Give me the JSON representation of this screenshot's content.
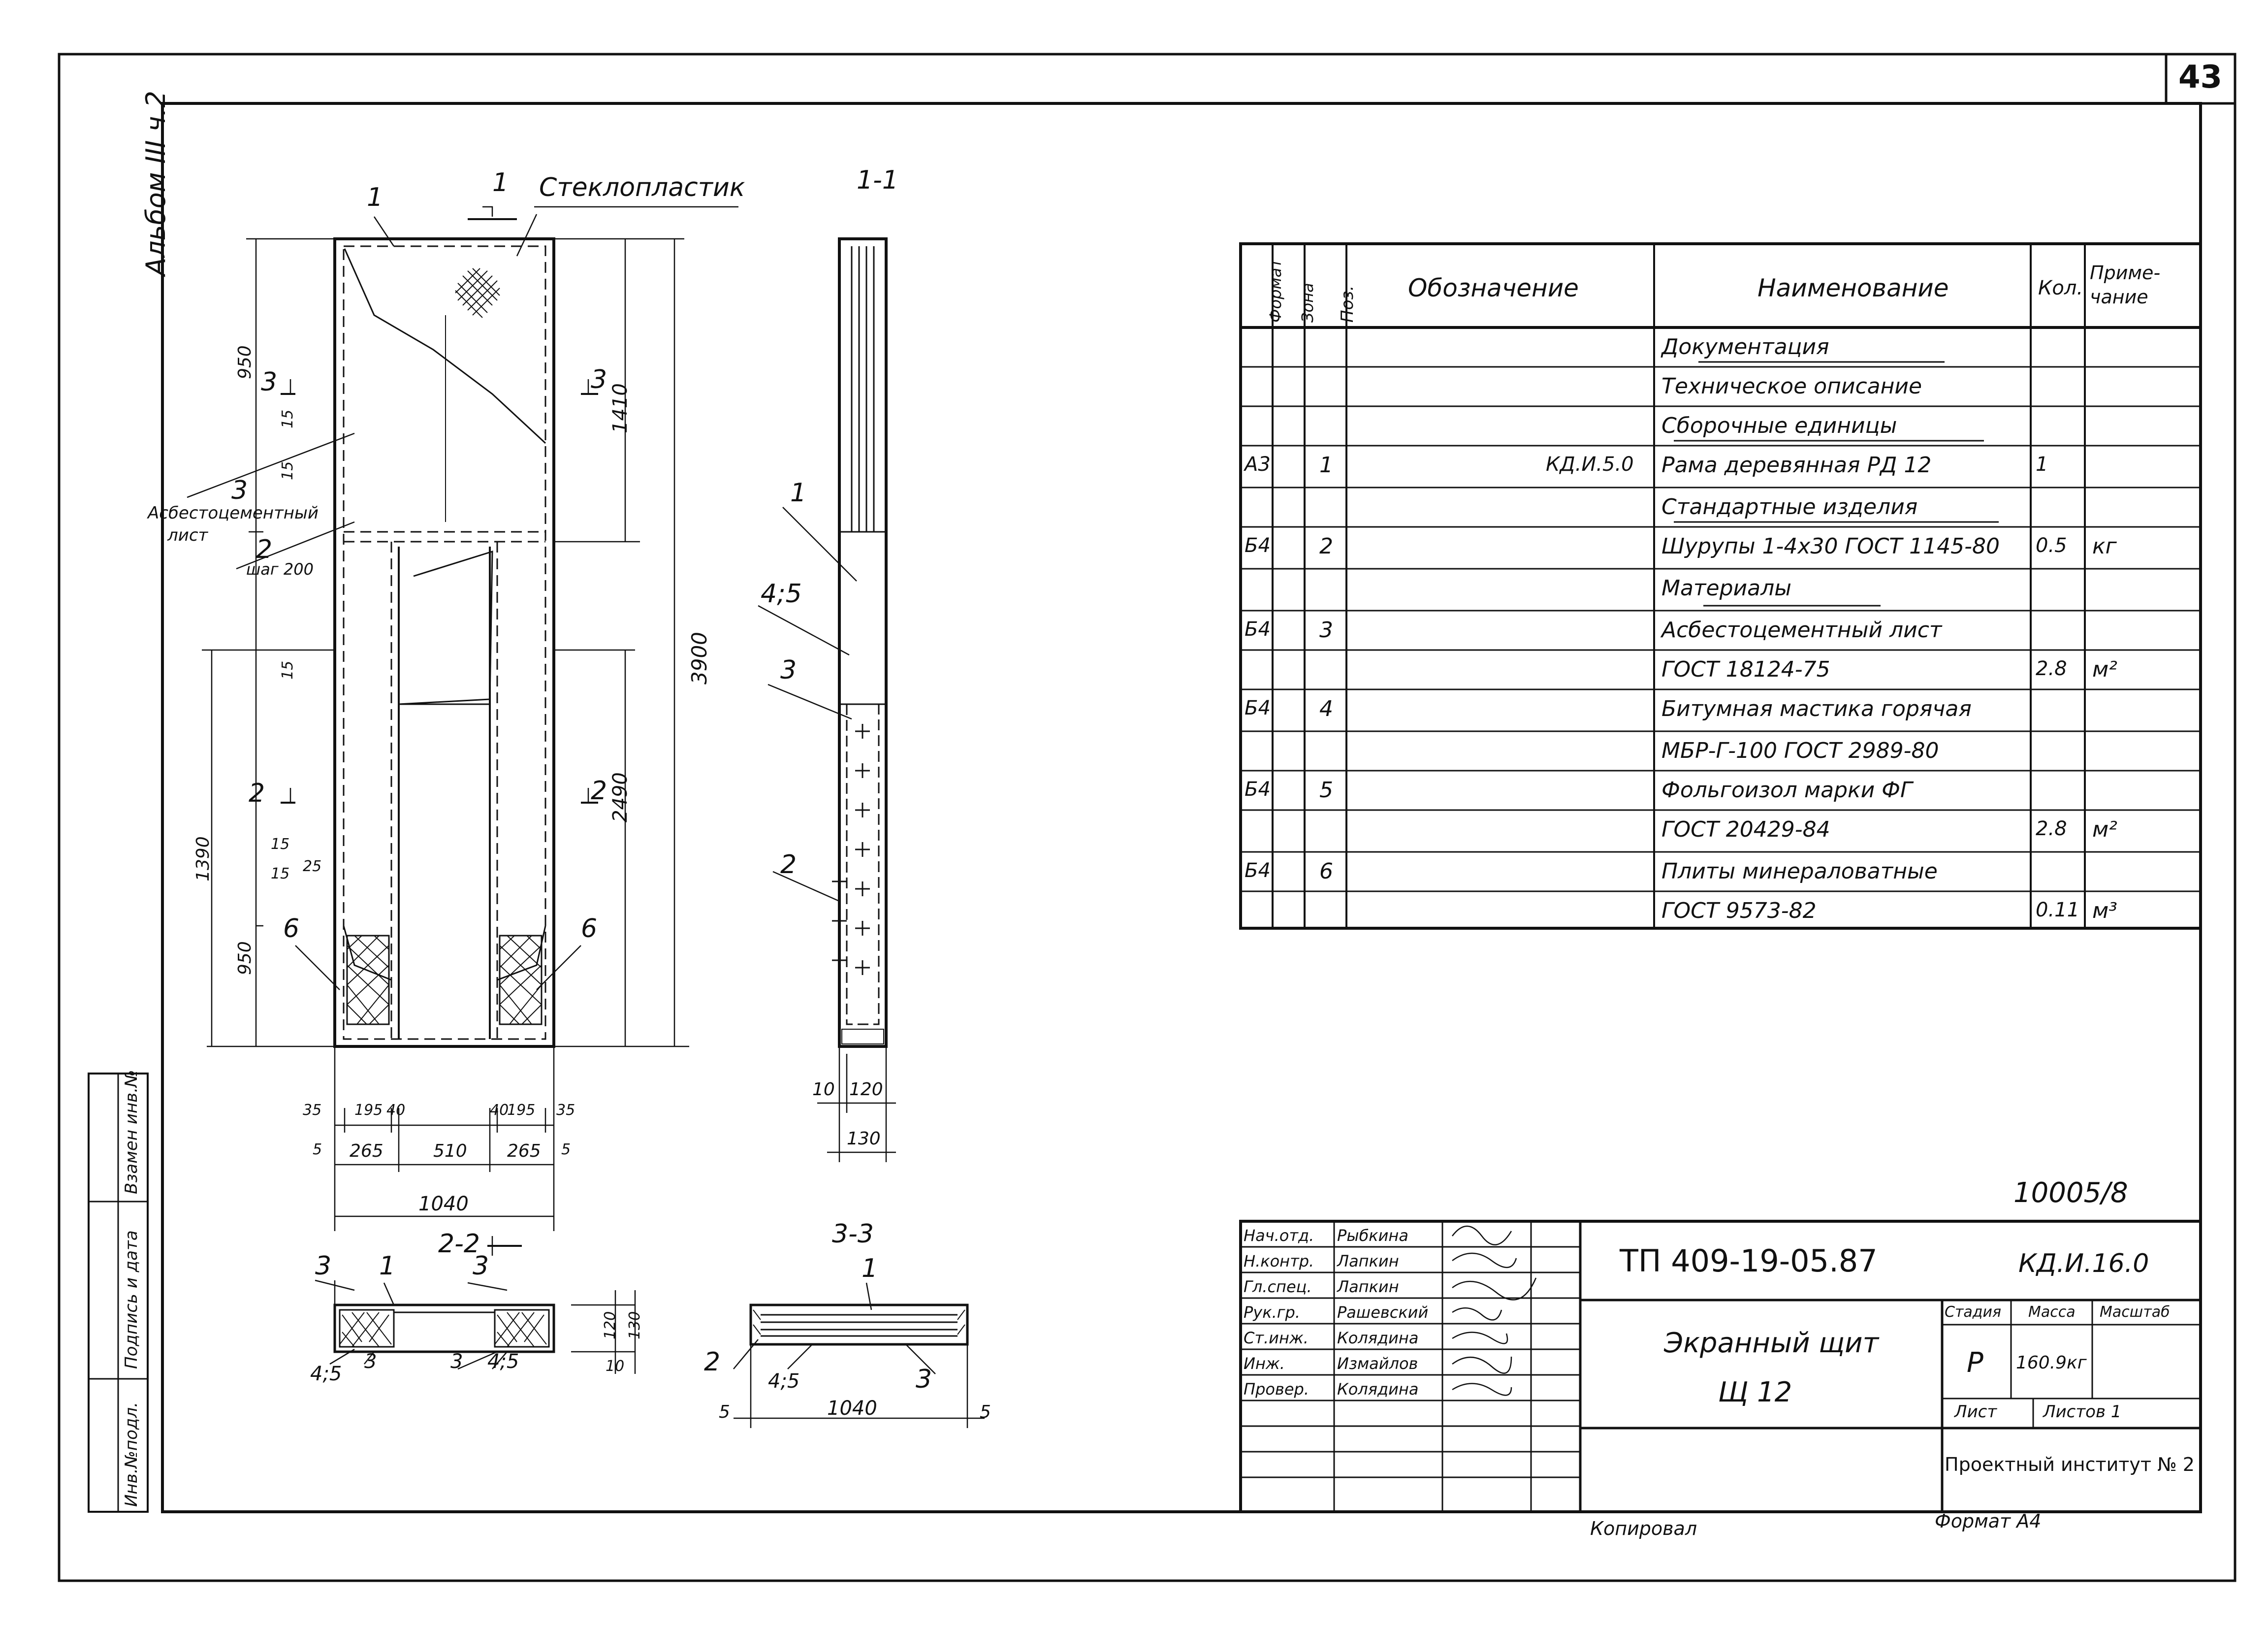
{
  "sheet": {
    "page_number": "43",
    "album_label": "Альбом III ч.2",
    "doc_number": "10005/8",
    "copied_label": "Копировал",
    "format_label": "Формат А4"
  },
  "drawing": {
    "material_callout": "Стеклопластик",
    "section_mark_1": "1",
    "section_title_11": "1-1",
    "section_title_22": "2-2",
    "section_title_33": "3-3",
    "asbestos_label_1": "Асбестоцементный",
    "asbestos_label_2": "лист",
    "pos3_label": "3",
    "pos2_label": "2",
    "step_label": "шаг 200",
    "pos1_top": "1",
    "pos6_left": "6",
    "pos6_right": "6",
    "cut_3_left": "3",
    "cut_3_right": "3",
    "cut_2_left": "2",
    "cut_2_right": "2",
    "sec11_pos1": "1",
    "sec11_pos45": "4;5",
    "sec11_pos3": "3",
    "sec11_pos2": "2",
    "sec22_pos3a": "3",
    "sec22_pos1": "1",
    "sec22_pos3b": "3",
    "sec22_pos45a": "4;5",
    "sec22_pos3c": "3",
    "sec22_pos3d": "3",
    "sec22_pos45b": "4;5",
    "sec33_pos1": "1",
    "sec33_pos2": "2",
    "sec33_pos45": "4;5",
    "sec33_pos3": "3"
  },
  "dims": {
    "d950_top": "950",
    "d15a": "15",
    "d15b": "15",
    "d15c": "15",
    "d1410": "1410",
    "d3900": "3900",
    "d2490": "2490",
    "d1390": "1390",
    "d15d": "15",
    "d15e": "15",
    "d25": "25",
    "d950_bot": "950",
    "b35a": "35",
    "b195a": "195",
    "b40a": "40",
    "b40b": "40",
    "b195b": "195",
    "b35b": "35",
    "b5a": "5",
    "b265a": "265",
    "b510": "510",
    "b265b": "265",
    "b5b": "5",
    "b1040": "1040",
    "s10": "10",
    "s120": "120",
    "s130": "130",
    "s22_10": "10",
    "s22_120": "120",
    "s22_130": "130",
    "s33_5a": "5",
    "s33_1040": "1040",
    "s33_5b": "5"
  },
  "spec_table": {
    "headers": {
      "format": "Формат",
      "zone": "Зона",
      "pos": "Поз.",
      "designation": "Обозначение",
      "name": "Наименование",
      "qty": "Кол.",
      "note": "Приме- чание"
    },
    "rows": [
      {
        "format": "",
        "pos": "",
        "designation": "",
        "name": "Документация",
        "qty": "",
        "note": ""
      },
      {
        "format": "",
        "pos": "",
        "designation": "",
        "name": "Техническое описание",
        "qty": "",
        "note": ""
      },
      {
        "format": "",
        "pos": "",
        "designation": "",
        "name": "Сборочные единицы",
        "qty": "",
        "note": ""
      },
      {
        "format": "А3",
        "pos": "1",
        "designation": "КД.И.5.0",
        "name": "Рама деревянная РД 12",
        "qty": "1",
        "note": ""
      },
      {
        "format": "",
        "pos": "",
        "designation": "",
        "name": "Стандартные изделия",
        "qty": "",
        "note": ""
      },
      {
        "format": "Б4",
        "pos": "2",
        "designation": "",
        "name": "Шурупы 1-4х30 ГОСТ 1145-80",
        "qty": "0.5",
        "note": "кг"
      },
      {
        "format": "",
        "pos": "",
        "designation": "",
        "name": "Материалы",
        "qty": "",
        "note": ""
      },
      {
        "format": "Б4",
        "pos": "3",
        "designation": "",
        "name": "Асбестоцементный лист",
        "qty": "",
        "note": ""
      },
      {
        "format": "",
        "pos": "",
        "designation": "",
        "name": "ГОСТ 18124-75",
        "qty": "2.8",
        "note": "м²"
      },
      {
        "format": "Б4",
        "pos": "4",
        "designation": "",
        "name": "Битумная мастика горячая",
        "qty": "",
        "note": ""
      },
      {
        "format": "",
        "pos": "",
        "designation": "",
        "name": "МБР-Г-100 ГОСТ 2989-80",
        "qty": "",
        "note": ""
      },
      {
        "format": "Б4",
        "pos": "5",
        "designation": "",
        "name": "Фольгоизол марки ФГ",
        "qty": "",
        "note": ""
      },
      {
        "format": "",
        "pos": "",
        "designation": "",
        "name": "ГОСТ 20429-84",
        "qty": "2.8",
        "note": "м²"
      },
      {
        "format": "Б4",
        "pos": "6",
        "designation": "",
        "name": "Плиты минераловатные",
        "qty": "",
        "note": ""
      },
      {
        "format": "",
        "pos": "",
        "designation": "",
        "name": "ГОСТ 9573-82",
        "qty": "0.11",
        "note": "м³"
      }
    ]
  },
  "title_block": {
    "people": [
      {
        "role": "Нач.отд.",
        "name": "Рыбкина"
      },
      {
        "role": "Н.контр.",
        "name": "Лапкин"
      },
      {
        "role": "Гл.спец.",
        "name": "Лапкин"
      },
      {
        "role": "Рук.гр.",
        "name": "Рашевский"
      },
      {
        "role": "Ст.инж.",
        "name": "Колядина"
      },
      {
        "role": "Инж.",
        "name": "Измайлов"
      },
      {
        "role": "Провер.",
        "name": "Колядина"
      }
    ],
    "code": "ТП 409-19-05.87",
    "code_right": "КД.И.16.0",
    "title_line1": "Экранный щит",
    "title_line2": "Щ 12",
    "stage_label": "Стадия",
    "mass_label": "Масса",
    "scale_label": "Масштаб",
    "stage_value": "Р",
    "mass_value": "160.9кг",
    "sheet_label": "Лист",
    "sheets_label": "Листов 1",
    "institute": "Проектный институт № 2"
  },
  "side_stamp": {
    "inv_podl": "Инв.№подл.",
    "podpis": "Подпись и дата",
    "vzamen": "Взамен инв.№"
  }
}
